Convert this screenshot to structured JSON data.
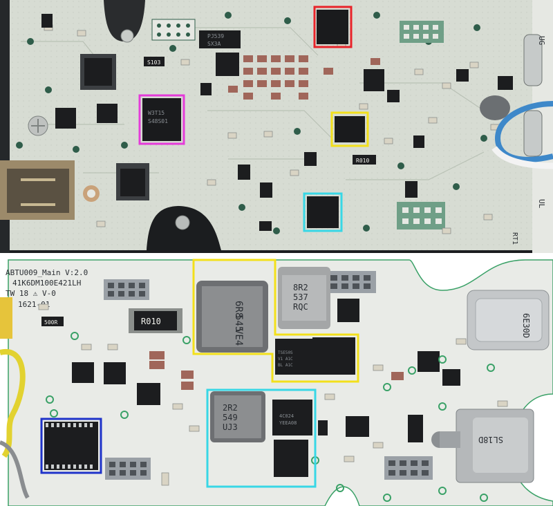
{
  "top_board": {
    "labels": {
      "ic_main": "W3T15\nS48S01",
      "ic_pj": "PJ539\nSX3A",
      "res_top": "R010",
      "res_s103": "S103",
      "corner_right_top": "UG",
      "corner_right_mid": "UL",
      "corner_right_bottom": "RT1"
    },
    "highlights": [
      {
        "color": "#e8242a"
      },
      {
        "color": "#e43bd9"
      },
      {
        "color": "#f3e01b"
      },
      {
        "color": "#38d7e6"
      }
    ]
  },
  "bottom_board": {
    "silkscreen": {
      "title": "ABTU009_Main V:2.0",
      "line2": "41K6DM100E421LH",
      "line3": "TW 18 ⚠ V-0",
      "line4": "1621-01"
    },
    "labels": {
      "res_r010": "R010",
      "res_500": "500R",
      "inductor_large": "6R8\n545\nVE4",
      "inductor_top": "8R2\n537\nRQC",
      "inductor_mid": "2R2\n549\nUJ3",
      "mosfet_left": "TSE50S\nV1 A1C\nBL A1C",
      "mosfet_mid": "4C024\nYEEA08",
      "usb_c_mark": "6E30D",
      "audio_jack_mark": "SL18D"
    },
    "highlights": [
      {
        "color": "#f3e01b"
      },
      {
        "color": "#38d7e6"
      },
      {
        "color": "#1f33c9"
      }
    ]
  }
}
